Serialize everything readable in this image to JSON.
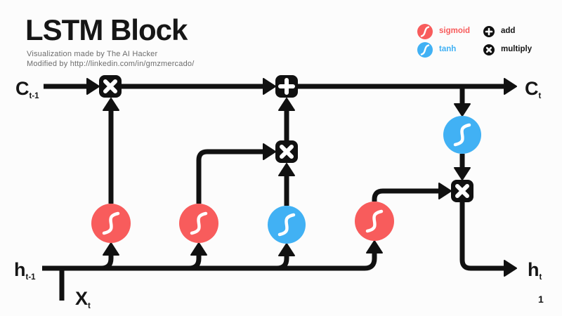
{
  "header": {
    "title": "LSTM Block",
    "subtitle_line1": "Visualization made by The AI Hacker",
    "subtitle_line2": "Modified by http://linkedin.com/in/gmzmercado/"
  },
  "legend": {
    "items": [
      {
        "label": "sigmoid",
        "icon": "sigmoid-curve-icon",
        "color": "#f85c5c"
      },
      {
        "label": "tanh",
        "icon": "tanh-curve-icon",
        "color": "#41b1f4"
      },
      {
        "label": "add",
        "icon": "plus-circle-icon",
        "color": "#111111"
      },
      {
        "label": "multiply",
        "icon": "x-circle-icon",
        "color": "#111111"
      }
    ]
  },
  "io": {
    "c_prev": {
      "base": "C",
      "sub": "t-1"
    },
    "c_next": {
      "base": "C",
      "sub": "t"
    },
    "h_prev": {
      "base": "h",
      "sub": "t-1"
    },
    "h_next": {
      "base": "h",
      "sub": "t"
    },
    "x_input": {
      "base": "X",
      "sub": "t"
    }
  },
  "colors": {
    "sigmoid_red": "#f85c5c",
    "tanh_blue": "#41b1f4",
    "line_black": "#111111",
    "background": "#fcfcfc",
    "subtitle_gray": "#6d6d6d"
  },
  "page_number": "1"
}
